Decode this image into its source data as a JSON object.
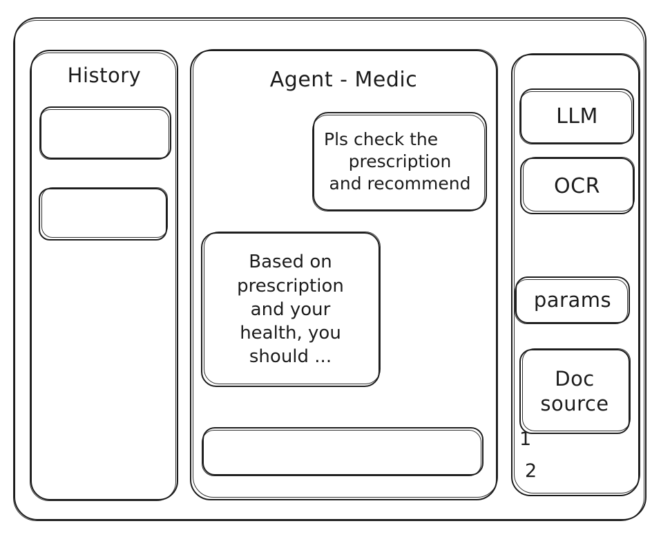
{
  "window": {
    "name": "agent-app-wireframe"
  },
  "history": {
    "title": "History",
    "items": [
      {
        "label": ""
      },
      {
        "label": ""
      }
    ]
  },
  "agent": {
    "title": "Agent - Medic",
    "user_message": {
      "lines": [
        "Pls check the",
        "prescription",
        "and recommend"
      ]
    },
    "agent_message": {
      "lines": [
        "Based on",
        "prescription",
        "and your",
        "health, you",
        "should ..."
      ]
    },
    "input": {
      "value": "",
      "placeholder": ""
    }
  },
  "tools": {
    "buttons": [
      {
        "label": "LLM"
      },
      {
        "label": "OCR"
      },
      {
        "label": "params"
      }
    ],
    "doc_source": {
      "lines": [
        "Doc",
        "source"
      ]
    },
    "doc_refs": [
      "1",
      "2"
    ]
  }
}
